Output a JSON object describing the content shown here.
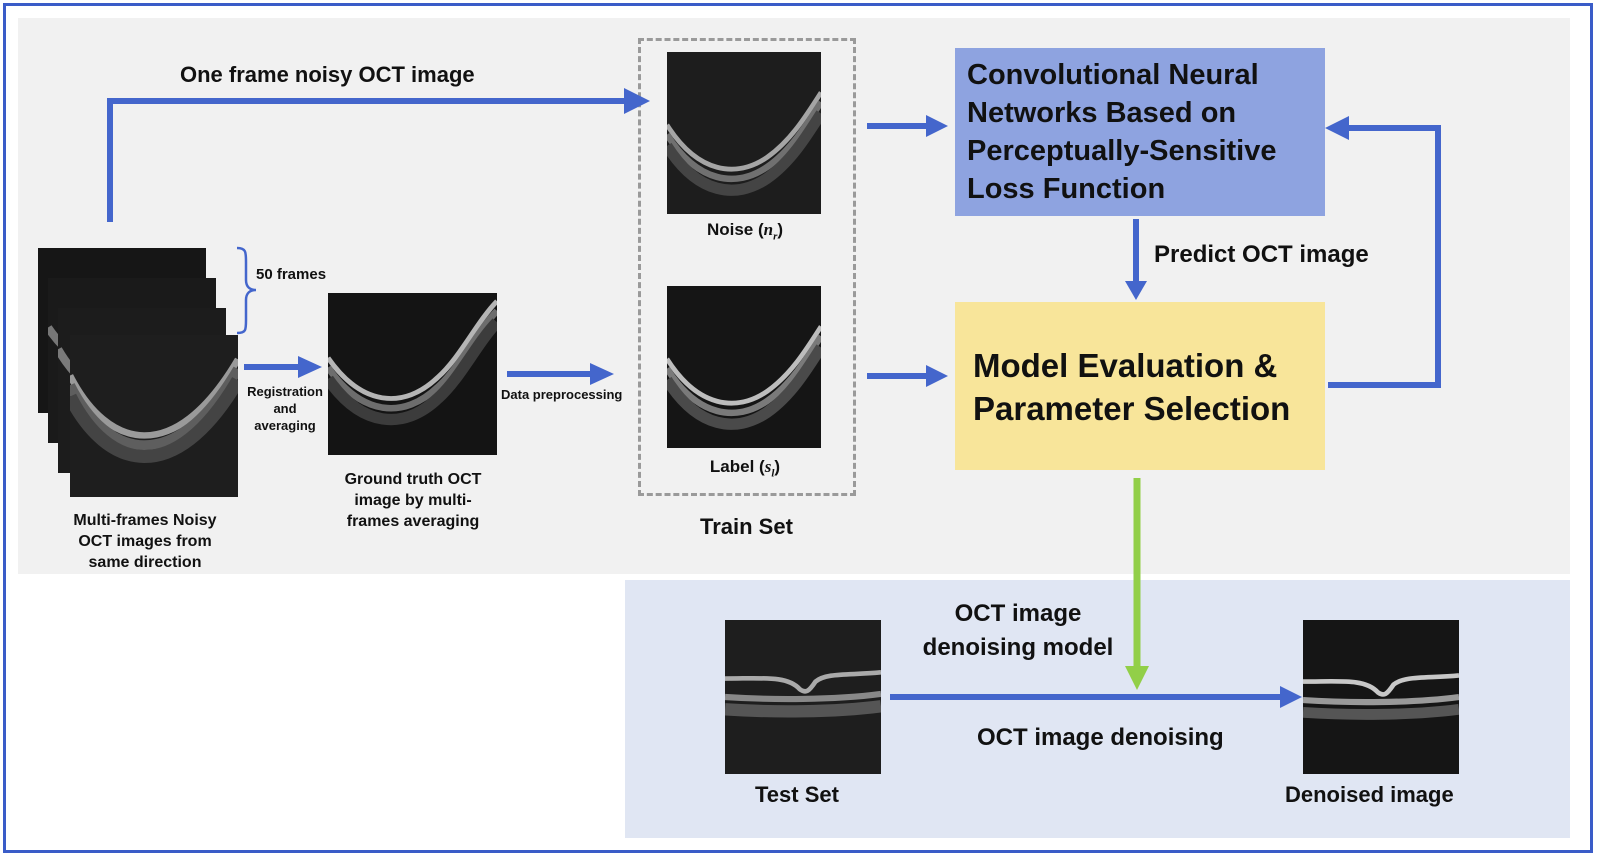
{
  "colors": {
    "border": "#3a5cc8",
    "arrow": "#4466cc",
    "green_arrow": "#92cf48",
    "cnn_box": "#8ea3e0",
    "eval_box": "#f8e59a",
    "top_panel": "#f1f1f1",
    "bottom_panel": "#e0e6f3"
  },
  "top_arrow_label": "One frame noisy OCT image",
  "frames_label": "50 frames",
  "registration_label": [
    "Registration",
    "and",
    "averaging"
  ],
  "multiframe_caption": [
    "Multi-frames Noisy",
    "OCT images from",
    "same direction"
  ],
  "ground_truth_caption": [
    "Ground truth OCT",
    "image by multi-",
    "frames averaging"
  ],
  "data_preprocessing_label": "Data preprocessing",
  "noise_label": {
    "text": "Noise (",
    "symbol": "n",
    "sub": "r",
    "close": ")"
  },
  "label_label": {
    "text": "Label (",
    "symbol": "s",
    "sub": "l",
    "close": ")"
  },
  "train_set_label": "Train Set",
  "cnn_box_lines": [
    "Convolutional Neural",
    "Networks Based on",
    "Perceptually-Sensitive",
    "Loss Function"
  ],
  "predict_label": "Predict OCT image",
  "eval_box_lines": [
    "Model Evaluation &",
    "Parameter Selection"
  ],
  "denoising_model_label": [
    "OCT image",
    "denoising model"
  ],
  "denoising_arrow_label": "OCT image denoising",
  "test_set_label": "Test Set",
  "denoised_label": "Denoised image"
}
